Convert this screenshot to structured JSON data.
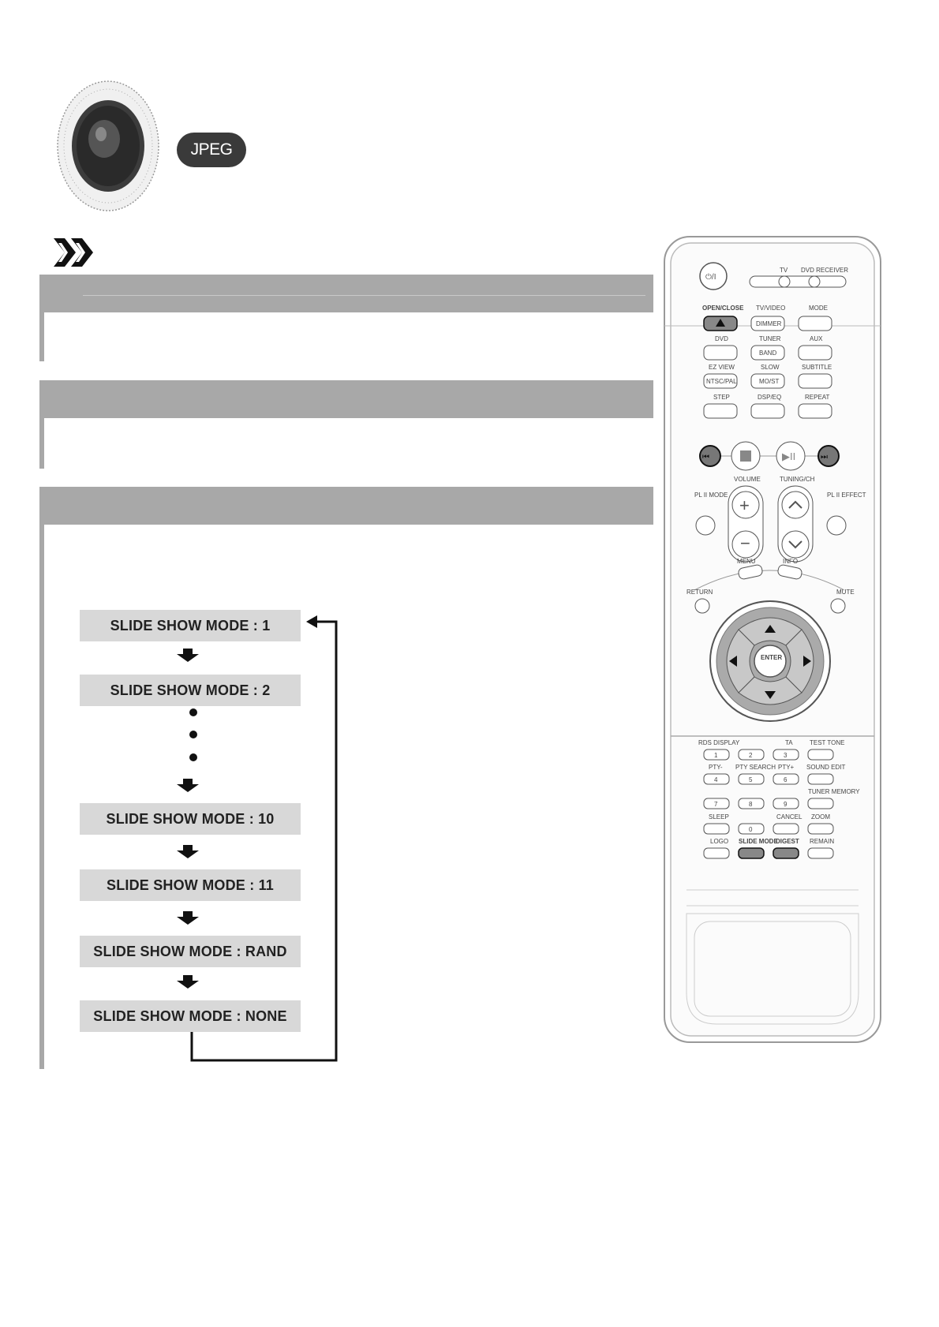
{
  "header": {
    "badge_label": "JPEG",
    "disc_icon": "disc-speaker-icon",
    "arrow_icon": "double-chevron-right-icon"
  },
  "colors": {
    "section_header": "#a8a8a8",
    "mode_box": "#d8d8d8",
    "badge": "#3a3a3a",
    "flow_arrow": "#111111"
  },
  "flow": {
    "modes": [
      "SLIDE SHOW MODE : 1",
      "SLIDE SHOW MODE : 2",
      "SLIDE SHOW MODE : 10",
      "SLIDE SHOW MODE : 11",
      "SLIDE SHOW MODE : RAND",
      "SLIDE SHOW MODE : NONE"
    ]
  },
  "remote": {
    "labels": {
      "tv": "TV",
      "dvd_receiver": "DVD RECEIVER",
      "open_close": "OPEN/CLOSE",
      "tv_video": "TV/VIDEO",
      "dimmer": "DIMMER",
      "mode": "MODE",
      "dvd": "DVD",
      "tuner": "TUNER",
      "band": "BAND",
      "aux": "AUX",
      "ez_view": "EZ VIEW",
      "ntsc_pal": "NTSC/PAL",
      "slow": "SLOW",
      "mo_st": "MO/ST",
      "subtitle": "SUBTITLE",
      "step": "STEP",
      "dsp_eq": "DSP/EQ",
      "repeat": "REPEAT",
      "volume": "VOLUME",
      "tuning_ch": "TUNING/CH",
      "pl2_mode": "PL II MODE",
      "pl2_effect": "PL II EFFECT",
      "menu": "MENU",
      "info": "INFO",
      "return": "RETURN",
      "mute": "MUTE",
      "enter": "ENTER",
      "rds_display": "RDS DISPLAY",
      "ta": "TA",
      "test_tone": "TEST TONE",
      "pty_minus": "PTY-",
      "pty_search": "PTY SEARCH",
      "pty_plus": "PTY+",
      "sound_edit": "SOUND EDIT",
      "tuner_memory": "TUNER MEMORY",
      "sleep": "SLEEP",
      "cancel": "CANCEL",
      "zoom": "ZOOM",
      "logo": "LOGO",
      "slide_mode": "SLIDE MODE",
      "digest": "DIGEST",
      "remain": "REMAIN"
    },
    "digits": [
      "1",
      "2",
      "3",
      "4",
      "5",
      "6",
      "7",
      "8",
      "9",
      "0"
    ]
  }
}
